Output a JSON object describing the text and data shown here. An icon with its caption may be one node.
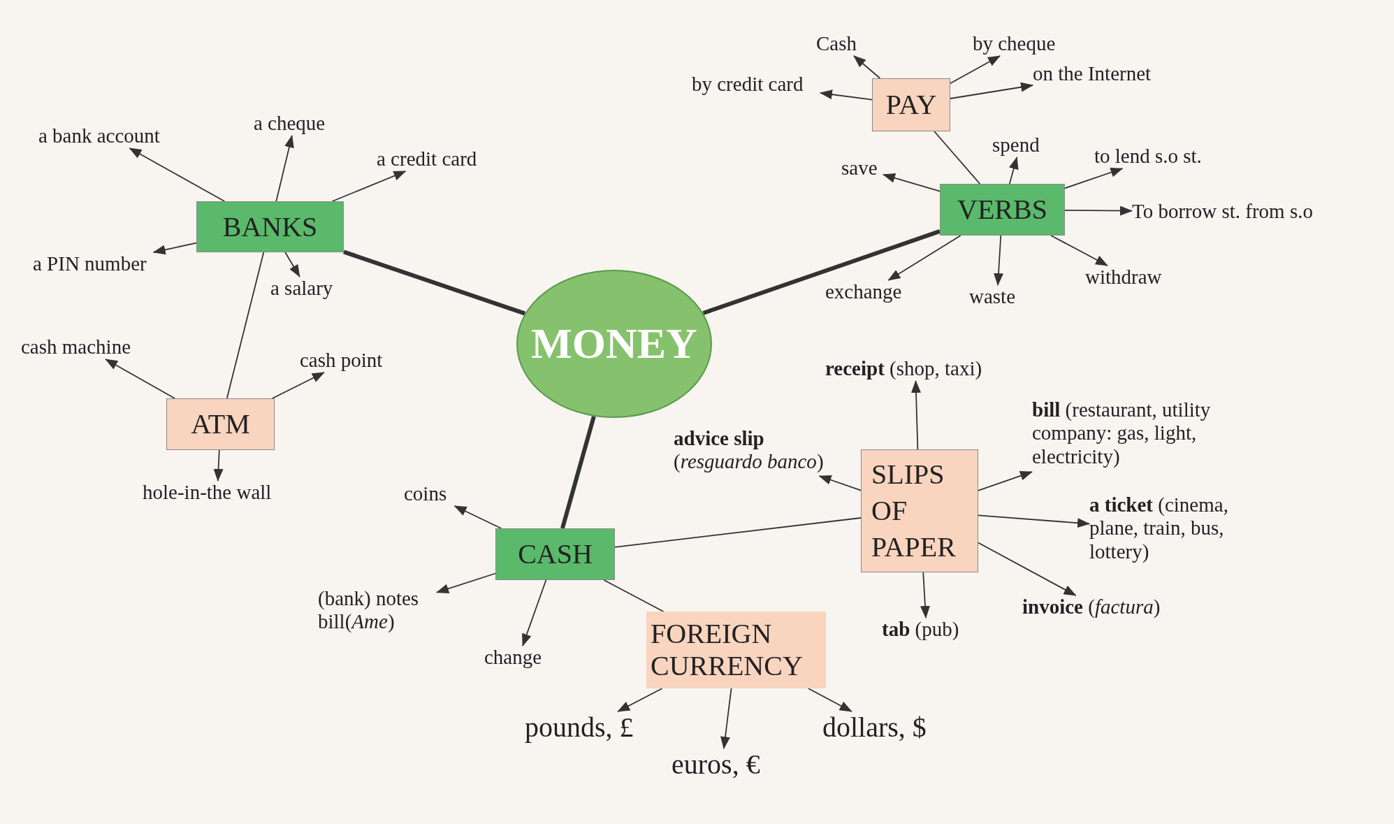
{
  "diagram": {
    "nodes": [
      {
        "text": [
          "MONEY"
        ]
      },
      {
        "text": [
          "BANKS"
        ]
      },
      {
        "text": [
          "a bank account"
        ]
      },
      {
        "text": [
          "a cheque"
        ]
      },
      {
        "text": [
          "a credit card"
        ]
      },
      {
        "text": [
          "a PIN number"
        ]
      },
      {
        "text": [
          "a salary"
        ]
      },
      {
        "text": [
          "ATM"
        ]
      },
      {
        "text": [
          "cash machine"
        ]
      },
      {
        "text": [
          "cash point"
        ]
      },
      {
        "text": [
          "hole-in-the wall"
        ]
      },
      {
        "text": [
          "PAY"
        ]
      },
      {
        "text": [
          "Cash"
        ]
      },
      {
        "text": [
          "by cheque"
        ]
      },
      {
        "text": [
          "by credit card"
        ]
      },
      {
        "text": [
          "on the Internet"
        ]
      },
      {
        "text": [
          "VERBS"
        ]
      },
      {
        "text": [
          "save"
        ]
      },
      {
        "text": [
          "spend"
        ]
      },
      {
        "text": [
          "to lend s.o st."
        ]
      },
      {
        "text": [
          "To borrow st. from s.o"
        ]
      },
      {
        "text": [
          "exchange"
        ]
      },
      {
        "text": [
          "waste"
        ]
      },
      {
        "text": [
          "withdraw"
        ]
      },
      {
        "text": [
          "CASH"
        ]
      },
      {
        "text": [
          "coins"
        ]
      },
      {
        "text": [
          "(bank) notes bill(*Ame*)"
        ]
      },
      {
        "text": [
          "change"
        ]
      },
      {
        "text": [
          "FOREIGN CURRENCY"
        ]
      },
      {
        "text": [
          "pounds, £"
        ]
      },
      {
        "text": [
          "euros, €"
        ]
      },
      {
        "text": [
          "dollars, $"
        ]
      },
      {
        "text": [
          "SLIPS OF PAPER"
        ]
      },
      {
        "text": [
          "**receipt** (shop, taxi)"
        ]
      },
      {
        "text": [
          "**advice slip** (*resguardo banco*)"
        ]
      },
      {
        "text": [
          "**bill** (restaurant, utility company: gas, light, electricity)"
        ]
      },
      {
        "text": [
          "**a ticket** (cinema, plane, train, bus, lottery)"
        ]
      },
      {
        "text": [
          "**tab** (pub)"
        ]
      },
      {
        "text": [
          "**invoice** (*factura*)"
        ]
      }
    ],
    "edges": [
      {
        "from": 0,
        "to": 1,
        "arrow": "none",
        "style": "thick"
      },
      {
        "from": 0,
        "to": 16,
        "arrow": "none",
        "style": "thick"
      },
      {
        "from": 0,
        "to": 24,
        "arrow": "none",
        "style": "thick"
      },
      {
        "from": 1,
        "to": 2,
        "arrow": "to"
      },
      {
        "from": 1,
        "to": 3,
        "arrow": "to"
      },
      {
        "from": 1,
        "to": 4,
        "arrow": "to"
      },
      {
        "from": 1,
        "to": 5,
        "arrow": "to"
      },
      {
        "from": 1,
        "to": 6,
        "arrow": "to"
      },
      {
        "from": 1,
        "to": 7,
        "arrow": "none"
      },
      {
        "from": 7,
        "to": 8,
        "arrow": "to"
      },
      {
        "from": 7,
        "to": 9,
        "arrow": "to"
      },
      {
        "from": 7,
        "to": 10,
        "arrow": "to"
      },
      {
        "from": 16,
        "to": 11,
        "arrow": "none"
      },
      {
        "from": 11,
        "to": 12,
        "arrow": "to"
      },
      {
        "from": 11,
        "to": 13,
        "arrow": "to"
      },
      {
        "from": 11,
        "to": 14,
        "arrow": "to"
      },
      {
        "from": 11,
        "to": 15,
        "arrow": "to"
      },
      {
        "from": 16,
        "to": 17,
        "arrow": "to"
      },
      {
        "from": 16,
        "to": 18,
        "arrow": "to"
      },
      {
        "from": 16,
        "to": 19,
        "arrow": "to"
      },
      {
        "from": 16,
        "to": 20,
        "arrow": "to"
      },
      {
        "from": 16,
        "to": 21,
        "arrow": "to"
      },
      {
        "from": 16,
        "to": 22,
        "arrow": "to"
      },
      {
        "from": 16,
        "to": 23,
        "arrow": "to"
      },
      {
        "from": 24,
        "to": 25,
        "arrow": "to"
      },
      {
        "from": 24,
        "to": 26,
        "arrow": "to"
      },
      {
        "from": 24,
        "to": 27,
        "arrow": "to"
      },
      {
        "from": 24,
        "to": 28,
        "arrow": "none"
      },
      {
        "from": 24,
        "to": 32,
        "arrow": "none"
      },
      {
        "from": 28,
        "to": 29,
        "arrow": "to"
      },
      {
        "from": 28,
        "to": 30,
        "arrow": "to"
      },
      {
        "from": 28,
        "to": 31,
        "arrow": "to"
      },
      {
        "from": 32,
        "to": 33,
        "arrow": "to"
      },
      {
        "from": 32,
        "to": 34,
        "arrow": "to"
      },
      {
        "from": 32,
        "to": 35,
        "arrow": "to"
      },
      {
        "from": 32,
        "to": 36,
        "arrow": "to"
      },
      {
        "from": 32,
        "to": 37,
        "arrow": "to"
      },
      {
        "from": 32,
        "to": 38,
        "arrow": "to"
      }
    ]
  }
}
